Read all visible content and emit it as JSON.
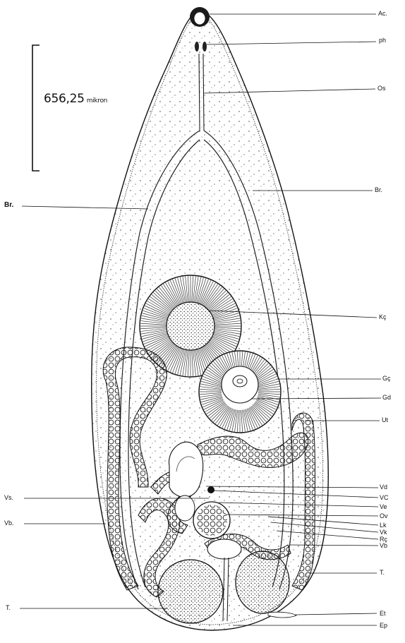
{
  "scale_bar": {
    "value": "656,25",
    "unit": "mikron"
  },
  "labels": {
    "ac": "Ac.",
    "ph": "ph",
    "os": "Os",
    "br_right": "Br.",
    "br_left": "Br.",
    "kc": "Kç",
    "gc": "Gç",
    "gd": "Gd",
    "ut": "Ut",
    "vd": "Vd",
    "vc": "VC",
    "ve": "Ve",
    "ov": "Ov",
    "lk": "Lk",
    "vk": "Vk",
    "rc": "Rç",
    "vb_right": "Vb",
    "vs": "Vs.",
    "vb_left": "Vb.",
    "t_right": "T.",
    "t_left": "T.",
    "et": "Et",
    "ep": "Ep"
  }
}
